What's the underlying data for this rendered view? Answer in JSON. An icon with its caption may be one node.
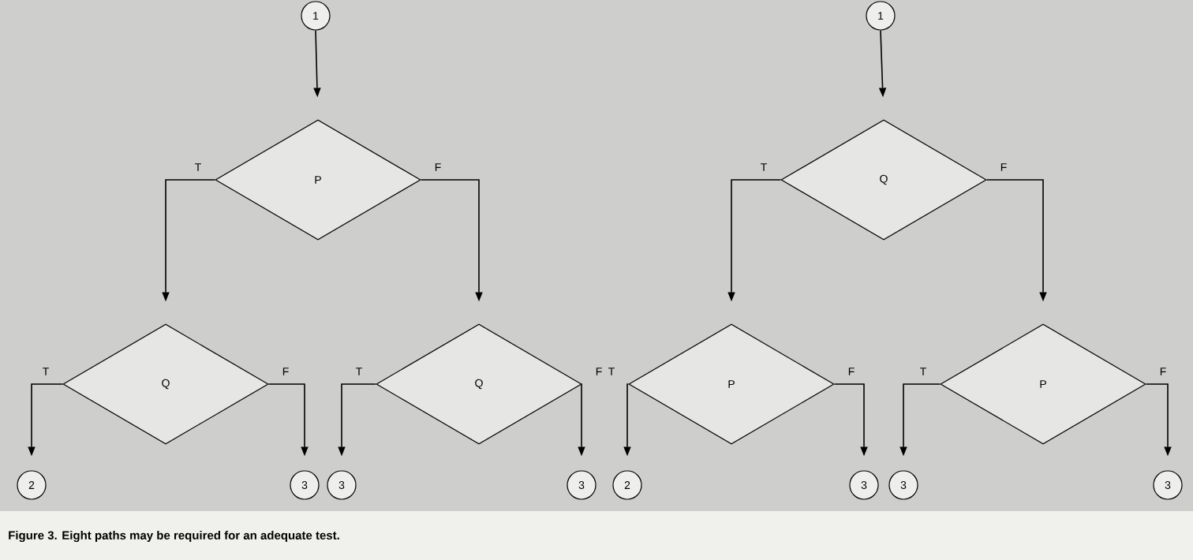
{
  "diagram": {
    "caption": "Figure 3. Eight paths may be required for an adequate test.",
    "nodes": [
      {
        "text": [
          "1"
        ]
      },
      {
        "text": [
          "P"
        ]
      },
      {
        "text": [
          "Q"
        ]
      },
      {
        "text": [
          "Q"
        ]
      },
      {
        "text": [
          "2"
        ]
      },
      {
        "text": [
          "3"
        ]
      },
      {
        "text": [
          "3"
        ]
      },
      {
        "text": [
          "3"
        ]
      },
      {
        "text": [
          "1"
        ]
      },
      {
        "text": [
          "Q"
        ]
      },
      {
        "text": [
          "P"
        ]
      },
      {
        "text": [
          "P"
        ]
      },
      {
        "text": [
          "2"
        ]
      },
      {
        "text": [
          "3"
        ]
      },
      {
        "text": [
          "3"
        ]
      },
      {
        "text": [
          "3"
        ]
      }
    ],
    "edges": [
      {
        "from": 0,
        "to": 1,
        "arrow": "to"
      },
      {
        "from": 1,
        "to": 2,
        "label": "T",
        "arrow": "to"
      },
      {
        "from": 1,
        "to": 3,
        "label": "F",
        "arrow": "to"
      },
      {
        "from": 2,
        "to": 4,
        "label": "T",
        "arrow": "to"
      },
      {
        "from": 2,
        "to": 5,
        "label": "F",
        "arrow": "to"
      },
      {
        "from": 3,
        "to": 6,
        "label": "T",
        "arrow": "to"
      },
      {
        "from": 3,
        "to": 7,
        "label": "F",
        "arrow": "to"
      },
      {
        "from": 8,
        "to": 9,
        "arrow": "to"
      },
      {
        "from": 9,
        "to": 10,
        "label": "T",
        "arrow": "to"
      },
      {
        "from": 9,
        "to": 11,
        "label": "F",
        "arrow": "to"
      },
      {
        "from": 10,
        "to": 12,
        "label": "T",
        "arrow": "to"
      },
      {
        "from": 10,
        "to": 13,
        "label": "F",
        "arrow": "to"
      },
      {
        "from": 11,
        "to": 14,
        "label": "T",
        "arrow": "to"
      },
      {
        "from": 11,
        "to": 15,
        "label": "F",
        "arrow": "to"
      }
    ]
  }
}
